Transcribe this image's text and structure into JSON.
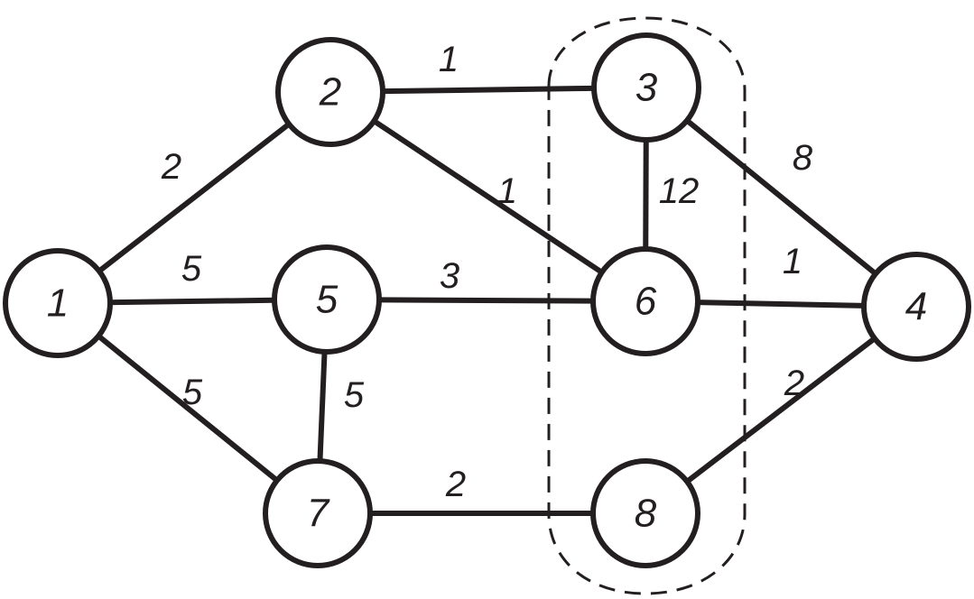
{
  "colors": {
    "stroke": "#231f20",
    "background": "#ffffff"
  },
  "nodes": [
    {
      "id": "1",
      "label": "1"
    },
    {
      "id": "2",
      "label": "2"
    },
    {
      "id": "3",
      "label": "3"
    },
    {
      "id": "4",
      "label": "4"
    },
    {
      "id": "5",
      "label": "5"
    },
    {
      "id": "6",
      "label": "6"
    },
    {
      "id": "7",
      "label": "7"
    },
    {
      "id": "8",
      "label": "8"
    }
  ],
  "edges": [
    {
      "from": "1",
      "to": "2",
      "weight": "2"
    },
    {
      "from": "1",
      "to": "5",
      "weight": "5"
    },
    {
      "from": "1",
      "to": "7",
      "weight": "5"
    },
    {
      "from": "2",
      "to": "3",
      "weight": "1"
    },
    {
      "from": "2",
      "to": "6",
      "weight": "1"
    },
    {
      "from": "3",
      "to": "6",
      "weight": "12"
    },
    {
      "from": "3",
      "to": "4",
      "weight": "8"
    },
    {
      "from": "5",
      "to": "6",
      "weight": "3"
    },
    {
      "from": "5",
      "to": "7",
      "weight": "5"
    },
    {
      "from": "6",
      "to": "4",
      "weight": "1"
    },
    {
      "from": "7",
      "to": "8",
      "weight": "2"
    },
    {
      "from": "8",
      "to": "4",
      "weight": "2"
    }
  ],
  "group": {
    "members": [
      "3",
      "6",
      "8"
    ],
    "style": "dashed"
  }
}
